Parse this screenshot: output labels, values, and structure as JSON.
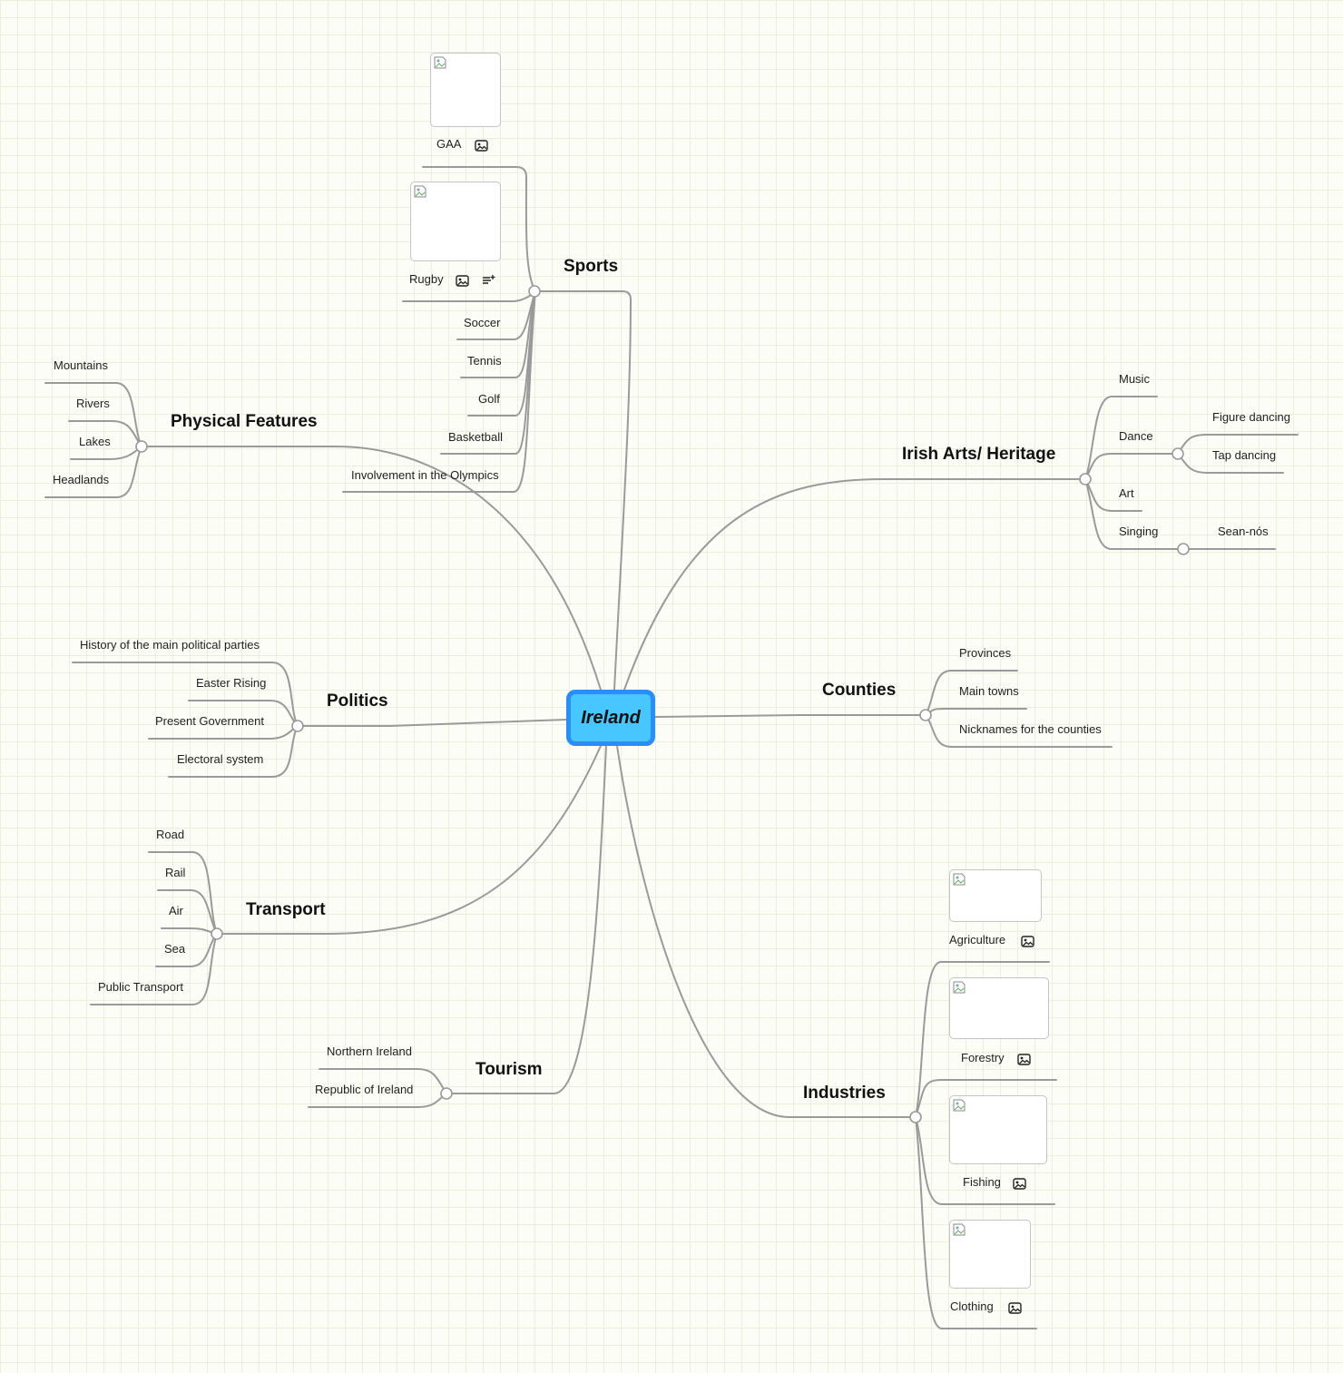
{
  "root": "Ireland",
  "sports": {
    "title": "Sports",
    "items": [
      "GAA",
      "Rugby",
      "Soccer",
      "Tennis",
      "Golf",
      "Basketball",
      "Involvement in the Olympics"
    ]
  },
  "physical": {
    "title": "Physical Features",
    "items": [
      "Mountains",
      "Rivers",
      "Lakes",
      "Headlands"
    ]
  },
  "arts": {
    "title": "Irish Arts/ Heritage",
    "items": [
      "Music",
      "Dance",
      "Art",
      "Singing"
    ],
    "dance_items": [
      "Figure dancing",
      "Tap dancing"
    ],
    "singing_items": [
      "Sean-nós"
    ]
  },
  "politics": {
    "title": "Politics",
    "items": [
      "History of the main political parties",
      "Easter Rising",
      "Present Government",
      "Electoral system"
    ]
  },
  "counties": {
    "title": "Counties",
    "items": [
      "Provinces",
      "Main towns",
      "Nicknames for the counties"
    ]
  },
  "transport": {
    "title": "Transport",
    "items": [
      "Road",
      "Rail",
      "Air",
      "Sea",
      "Public Transport"
    ]
  },
  "tourism": {
    "title": "Tourism",
    "items": [
      "Northern Ireland",
      "Republic of Ireland"
    ]
  },
  "industries": {
    "title": "Industries",
    "items": [
      "Agriculture",
      "Forestry",
      "Fishing",
      "Clothing"
    ]
  },
  "icons": {
    "image": "image-icon",
    "note": "note-icon",
    "broken_image": "broken-image-icon"
  },
  "colors": {
    "root_fill": "#47c6ff",
    "root_border": "#2a8ef8",
    "connector": "#9a9a9a"
  }
}
